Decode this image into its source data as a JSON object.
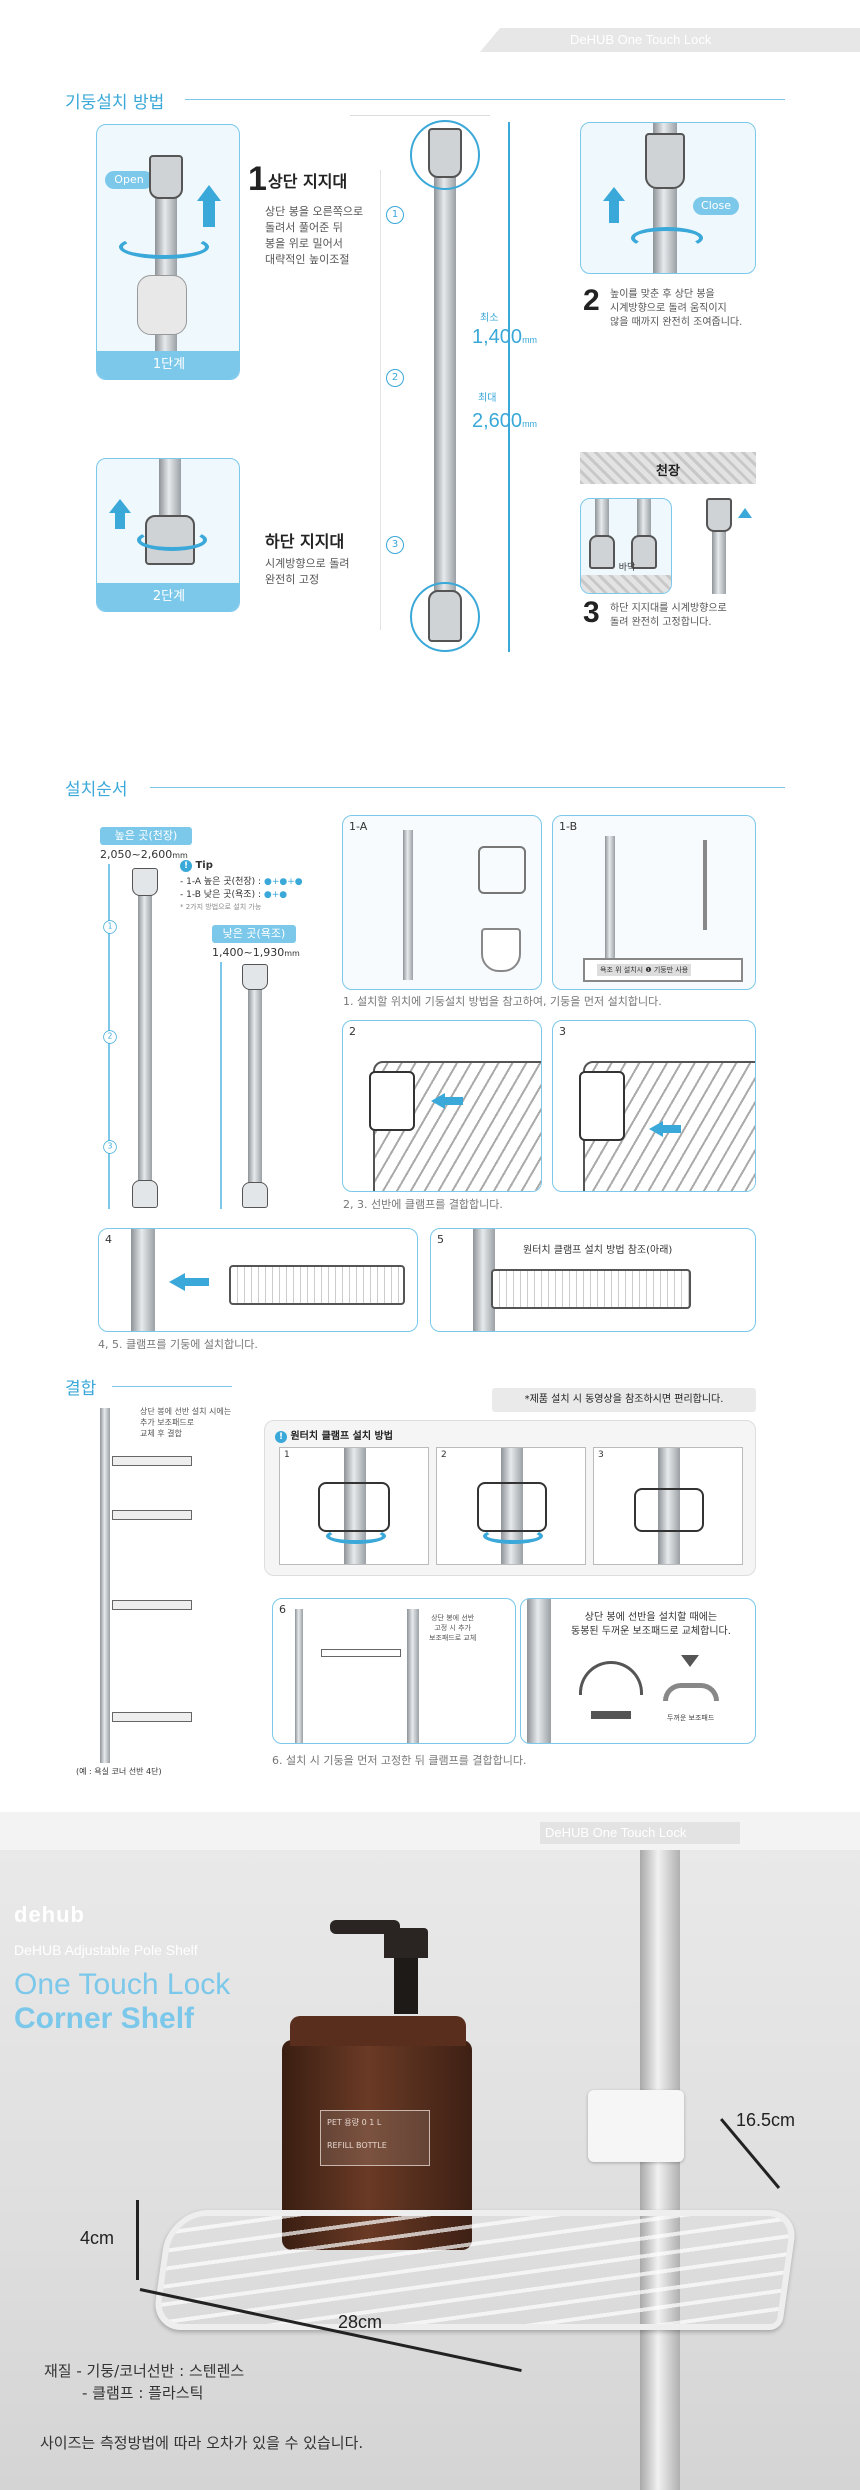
{
  "banner_label": "DeHUB One Touch Lock",
  "sec1": {
    "title": "기둥설치 방법",
    "step1": {
      "cap": "1단계",
      "open": "Open"
    },
    "upper": {
      "num": "1",
      "title": "상단 지지대",
      "desc": [
        "상단 봉을 오른쪽으로",
        "돌려서 풀어준 뒤",
        "봉을 위로 밀어서",
        "대략적인 높이조절"
      ]
    },
    "step2": {
      "cap": "2단계"
    },
    "lower": {
      "title": "하단 지지대",
      "desc": [
        "시계방향으로 돌려",
        "완전히 고정"
      ]
    },
    "pole_nums": [
      "1",
      "2",
      "3"
    ],
    "min_label": "최소",
    "min_value": "1,400",
    "max_label": "최대",
    "max_value": "2,600",
    "unit": "mm",
    "close": "Close",
    "right2": {
      "num": "2",
      "desc": [
        "높이를 맞춘 후 상단 봉을",
        "시계방향으로 돌려 움직이지",
        "않을 때까지 완전히 조여줍니다."
      ]
    },
    "ceiling": "천장",
    "floor": "바닥",
    "right3": {
      "num": "3",
      "desc": [
        "하단 지지대를 시계방향으로",
        "돌려 완전히 고정합니다."
      ]
    }
  },
  "sec2": {
    "title": "설치순서",
    "high_label": "높은 곳(천장)",
    "high_range": "2,050~2,600",
    "low_label": "낮은 곳(욕조)",
    "low_range": "1,400~1,930",
    "unit": "mm",
    "tip_title": "Tip",
    "tip_lines": [
      "- 1-A 높은 곳(천장) :",
      "- 1-B 낮은 곳(욕조) :"
    ],
    "tip_note": "* 2가지 방법으로 설치 가능",
    "pole_nums": [
      "1",
      "2",
      "3"
    ],
    "panel_1a": "1-A",
    "panel_1b": "1-B",
    "bath_note": "욕조 위 설치시 ❶ 기둥만 사용",
    "caption1": "1. 설치할 위치에 기둥설치 방법을 참고하여, 기둥을 먼저 설치합니다.",
    "panel2": "2",
    "panel3": "3",
    "caption23": "2, 3. 선반에 클램프를 결합합니다.",
    "panel4": "4",
    "panel5": "5",
    "panel5_note": "원터치 클램프 설치 방법 참조(아래)",
    "caption45": "4, 5. 클램프를 기둥에 설치합니다."
  },
  "sec3": {
    "title": "결합",
    "side_note": [
      "상단 봉에 선반 설치 시에는",
      "추가 보조패드로",
      "교체 후 결합"
    ],
    "example_note": "(예 : 욕실 코너 선반 4단)",
    "dark_note": "*제품 설치 시 동영상을 참조하시면 편리합니다.",
    "clamp_title": "원터치 클램프 설치 방법",
    "clamp_nums": [
      "1",
      "2",
      "3"
    ],
    "panel6": "6",
    "panel6_note": [
      "상단 봉에 선반",
      "고정 시 추가",
      "보조패드로 교체"
    ],
    "pad_note": [
      "상단 봉에 선반을 설치할 때에는",
      "동봉된 두꺼운 보조패드로 교체합니다."
    ],
    "pad_label": "두꺼운 보조패드",
    "caption6": "6. 설치 시 기둥을 먼저 고정한 뒤 클램프를 결합합니다."
  },
  "product": {
    "logo": "dehub",
    "subtitle": "DeHUB Adjustable Pole Shelf",
    "title1": "One Touch Lock",
    "title2": "Corner Shelf",
    "bottle_label1": "PET 용량 0 1 L",
    "bottle_label2": "REFILL BOTTLE",
    "dim_height": "4cm",
    "dim_depth": "16.5cm",
    "dim_width": "28cm",
    "material1": "재질 - 기둥/코너선반 : 스텐렌스",
    "material2": "- 클램프 : 플라스틱",
    "size_note": "사이즈는 측정방법에 따라 오차가 있을 수 있습니다."
  }
}
